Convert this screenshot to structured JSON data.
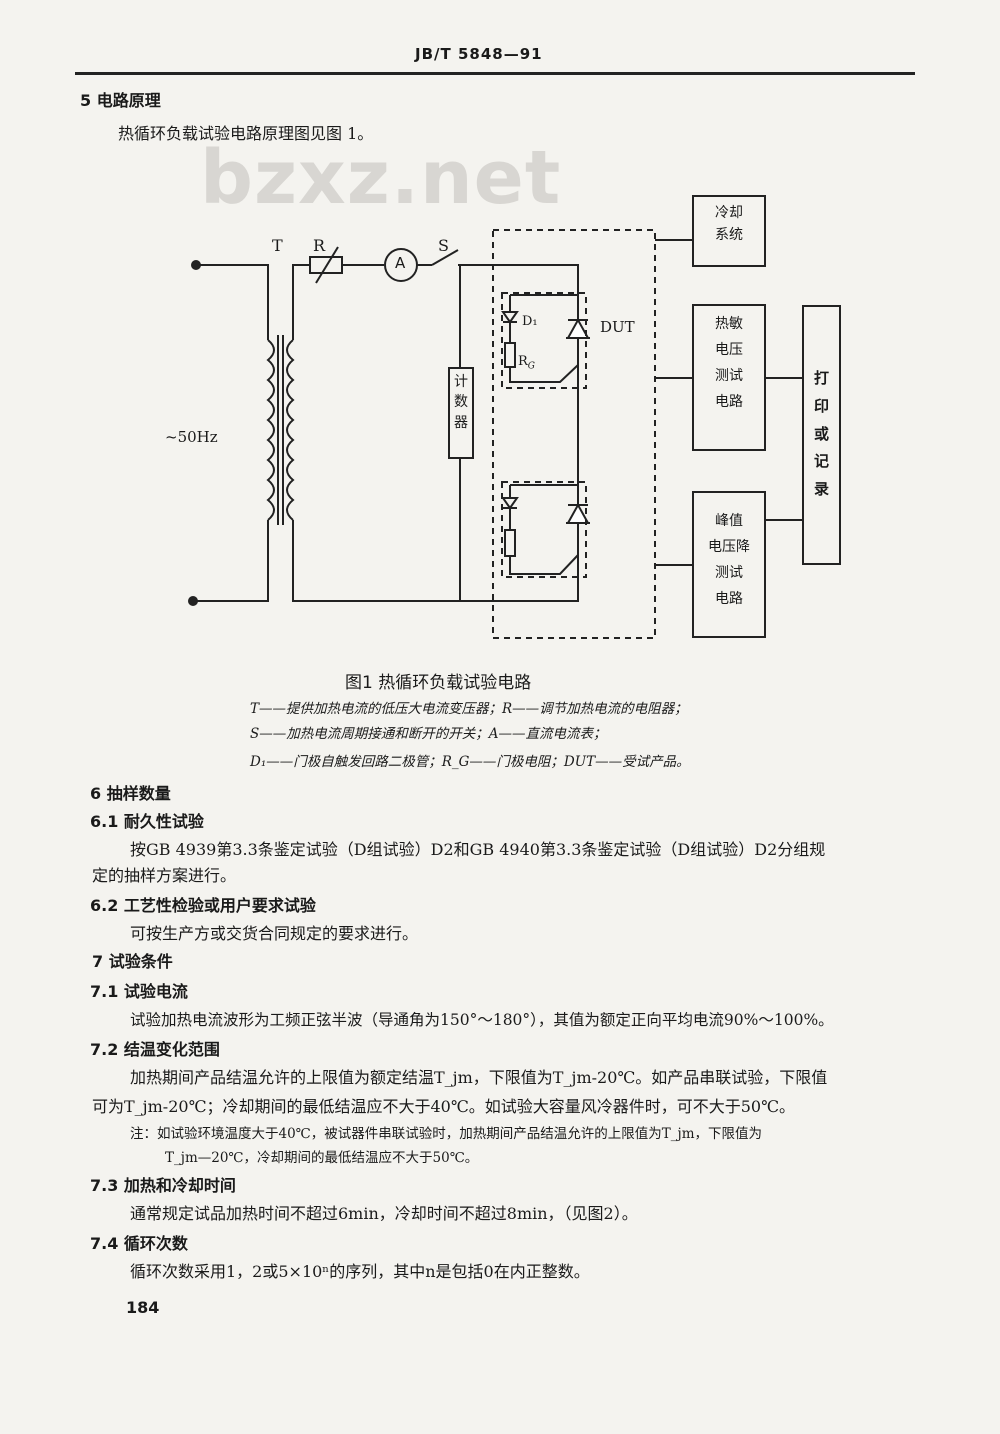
{
  "header": {
    "code": "JB/T 5848—91"
  },
  "watermark": "bzxz.net",
  "section5": {
    "title": "5  电路原理",
    "text": "热循环负载试验电路原理图见图 1。"
  },
  "diagram": {
    "label_T": "T",
    "label_R": "R",
    "label_A": "A",
    "label_S": "S",
    "source": "~50Hz",
    "counter": "计数器",
    "label_D1": "D₁",
    "label_RG": "R",
    "label_RG_sub": "G",
    "label_DUT": "DUT",
    "box_cooling": [
      "冷却",
      "系统"
    ],
    "box_thermal": [
      "热敏",
      "电压",
      "测试",
      "电路"
    ],
    "box_peak": [
      "峰值",
      "电压降",
      "测试",
      "电路"
    ],
    "box_print": [
      "打",
      "印",
      "或",
      "记",
      "录"
    ]
  },
  "figure": {
    "caption": "图1  热循环负载试验电路",
    "legend": [
      "T——提供加热电流的低压大电流变压器；R——调节加热电流的电阻器；",
      "S——加热电流周期接通和断开的开关；A——直流电流表；",
      "D₁——门极自触发回路二极管；R_G——门极电阻；DUT——受试产品。"
    ]
  },
  "section6": {
    "title": "6  抽样数量",
    "s61_title": "6.1  耐久性试验",
    "s61_text1": "按GB 4939第3.3条鉴定试验（D组试验）D2和GB 4940第3.3条鉴定试验（D组试验）D2分组规",
    "s61_text2": "定的抽样方案进行。",
    "s62_title": "6.2  工艺性检验或用户要求试验",
    "s62_text": "可按生产方或交货合同规定的要求进行。"
  },
  "section7": {
    "title": "7  试验条件",
    "s71_title": "7.1  试验电流",
    "s71_text": "试验加热电流波形为工频正弦半波（导通角为150°～180°），其值为额定正向平均电流90%～100%。",
    "s72_title": "7.2  结温变化范围",
    "s72_text1": "加热期间产品结温允许的上限值为额定结温T_jm，下限值为T_jm-20℃。如产品串联试验，下限值",
    "s72_text2": "可为T_jm-20℃；冷却期间的最低结温应不大于40℃。如试验大容量风冷器件时，可不大于50℃。",
    "s72_note1": "注：如试验环境温度大于40℃，被试器件串联试验时，加热期间产品结温允许的上限值为T_jm，下限值为",
    "s72_note2": "T_jm—20℃，冷却期间的最低结温应不大于50℃。",
    "s73_title": "7.3  加热和冷却时间",
    "s73_text": "通常规定试品加热时间不超过6min，冷却时间不超过8min，（见图2）。",
    "s74_title": "7.4  循环次数",
    "s74_text": "循环次数采用1，2或5×10ⁿ的序列，其中n是包括0在内正整数。"
  },
  "page_number": "184"
}
